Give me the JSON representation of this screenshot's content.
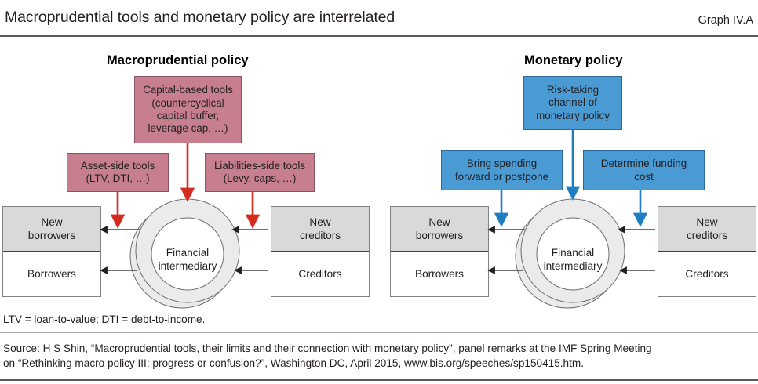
{
  "header": {
    "title": "Macroprudential tools and monetary policy are interrelated",
    "graph_label": "Graph IV.A"
  },
  "panels": [
    {
      "id": "macroprudential",
      "title": "Macroprudential policy",
      "accent_color": "#c77f90",
      "arrow_color": "#d32b1e",
      "top_box": "Capital-based tools (countercyclical capital buffer, leverage cap, …)",
      "left_box": "Asset-side tools (LTV, DTI, …)",
      "right_box": "Liabilities-side tools (Levy, caps, …)",
      "circle_label_line1": "Financial",
      "circle_label_line2": "intermediary",
      "left_ledger": {
        "top": "New borrowers",
        "bottom": "Borrowers"
      },
      "right_ledger": {
        "top": "New creditors",
        "bottom": "Creditors"
      }
    },
    {
      "id": "monetary",
      "title": "Monetary policy",
      "accent_color": "#4a9ad4",
      "arrow_color": "#1f7ec1",
      "top_box": "Risk-taking channel of monetary policy",
      "left_box": "Bring spending forward or postpone",
      "right_box": "Determine funding cost",
      "circle_label_line1": "Financial",
      "circle_label_line2": "intermediary",
      "left_ledger": {
        "top": "New borrowers",
        "bottom": "Borrowers"
      },
      "right_ledger": {
        "top": "New creditors",
        "bottom": "Creditors"
      }
    }
  ],
  "boxes": {
    "macro_top_l1": "Capital-based tools",
    "macro_top_l2": "(countercyclical",
    "macro_top_l3": "capital buffer,",
    "macro_top_l4": "leverage cap, …)",
    "macro_left_l1": "Asset-side tools",
    "macro_left_l2": "(LTV, DTI, …)",
    "macro_right_l1": "Liabilities-side tools",
    "macro_right_l2": "(Levy, caps, …)",
    "mon_top_l1": "Risk-taking",
    "mon_top_l2": "channel of",
    "mon_top_l3": "monetary policy",
    "mon_left_l1": "Bring spending",
    "mon_left_l2": "forward or postpone",
    "mon_right_l1": "Determine funding",
    "mon_right_l2": "cost"
  },
  "ledger_text": {
    "new_borrowers_l1": "New",
    "new_borrowers_l2": "borrowers",
    "borrowers": "Borrowers",
    "new_creditors_l1": "New",
    "new_creditors_l2": "creditors",
    "creditors": "Creditors"
  },
  "circle": {
    "line1": "Financial",
    "line2": "intermediary"
  },
  "footnotes": {
    "abbrev": "LTV = loan-to-value; DTI = debt-to-income.",
    "source_line1": "Source: H S Shin, “Macroprudential tools, their limits and their connection with monetary policy”, panel remarks at the IMF Spring Meeting",
    "source_line2": "on “Rethinking macro policy III: progress or confusion?”, Washington DC, April 2015, www.bis.org/speeches/sp150415.htm."
  },
  "colors": {
    "pink": "#c77f90",
    "pink_border": "#8a5563",
    "blue": "#4a9ad4",
    "blue_border": "#2b6a99",
    "red_arrow": "#d32b1e",
    "blue_arrow": "#1f7ec1",
    "ring_fill": "#ebebeb",
    "ledger_header": "#d9d9d9",
    "rule": "#58595b"
  }
}
